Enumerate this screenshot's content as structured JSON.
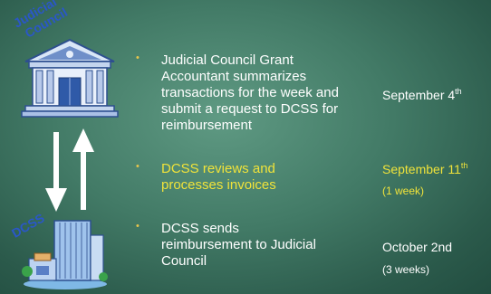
{
  "labels": {
    "judicial_council_line1": "Judicial",
    "judicial_council_line2": "Council",
    "dcss": "DCSS"
  },
  "steps": [
    {
      "text": "Judicial Council Grant Accountant summarizes transactions for the week and submit a request to DCSS for reimbursement",
      "date": "September 4",
      "date_suffix": "th",
      "note": ""
    },
    {
      "text": "DCSS reviews and processes invoices",
      "date": "September 11",
      "date_suffix": "th",
      "note": "(1 week)"
    },
    {
      "text": "DCSS sends reimbursement to Judicial Council",
      "date": "October 2nd",
      "date_suffix": "",
      "note": "(3 weeks)"
    }
  ],
  "colors": {
    "highlight": "#f0e33a",
    "bullet": "#e7c44a",
    "label_blue": "#2a57c8"
  }
}
